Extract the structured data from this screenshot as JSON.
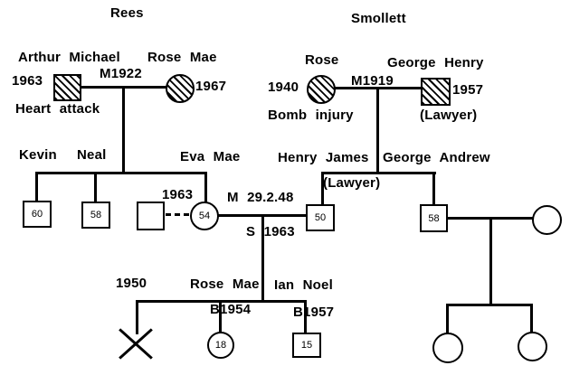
{
  "titles": {
    "left": "Rees",
    "right": "Smollett"
  },
  "generation1": {
    "arthur": {
      "name": "Arthur Michael",
      "year": "1963",
      "cause": "Heart attack"
    },
    "rees_marriage": "M1922",
    "rose_mae": {
      "name": "Rose Mae",
      "year": "1967"
    },
    "rose": {
      "name": "Rose",
      "year": "1940",
      "cause": "Bomb injury"
    },
    "smollett_marriage": "M1919",
    "george_henry": {
      "name": "George Henry",
      "year": "1957",
      "occupation": "(Lawyer)"
    }
  },
  "generation2": {
    "kevin": {
      "name": "Kevin",
      "age": "60"
    },
    "neal": {
      "name": "Neal",
      "age": "58"
    },
    "eva_mae": {
      "name": "Eva Mae",
      "age": "54"
    },
    "previous_marriage_year": "1963",
    "marriage": "M 29.2.48",
    "separation": "S 1963",
    "henry_james": {
      "name": "Henry James",
      "occupation": "(Lawyer)",
      "age": "50"
    },
    "george_andrew": {
      "name": "George Andrew",
      "age": "58"
    }
  },
  "generation3": {
    "deceased_child_year": "1950",
    "rose_mae_jr": {
      "name": "Rose Mae",
      "birth": "B1954",
      "age": "18"
    },
    "ian_noel": {
      "name": "Ian Noel",
      "birth": "B1957",
      "age": "15"
    }
  }
}
